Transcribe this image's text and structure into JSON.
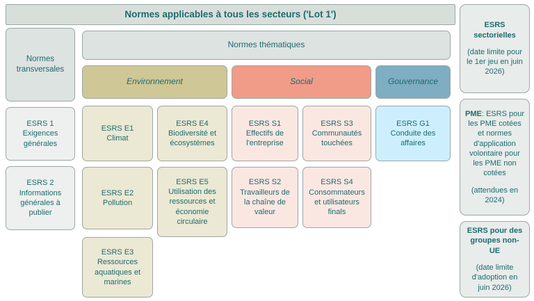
{
  "header": {
    "title": "Normes applicables à tous les secteurs ('Lot 1')"
  },
  "left": {
    "transversal_label": "Normes transversales",
    "esrs1": {
      "title": "ESRS 1",
      "desc": "Exigences générales"
    },
    "esrs2": {
      "title": "ESRS 2",
      "desc": "Informations générales à publier"
    }
  },
  "thematic": {
    "label": "Normes thématiques",
    "env_label": "Environnement",
    "social_label": "Social",
    "gouv_label": "Gouvernance"
  },
  "cards": {
    "e1": {
      "title": "ESRS E1",
      "desc": "Climat"
    },
    "e2": {
      "title": "ESRS E2",
      "desc": "Pollution"
    },
    "e3": {
      "title": "ESRS E3",
      "desc": "Ressources aquatiques et marines"
    },
    "e4": {
      "title": "ESRS E4",
      "desc": "Biodiversité et écosystèmes"
    },
    "e5": {
      "title": "ESRS E5",
      "desc": "Utilisation des ressources et économie circulaire"
    },
    "s1": {
      "title": "ESRS S1",
      "desc": "Effectifs de l'entreprise"
    },
    "s2": {
      "title": "ESRS S2",
      "desc": "Travailleurs de la chaîne de valeur"
    },
    "s3": {
      "title": "ESRS S3",
      "desc": "Communautés touchées"
    },
    "s4": {
      "title": "ESRS S4",
      "desc": "Consommateurs et utilisateurs finals"
    },
    "g1": {
      "title": "ESRS G1",
      "desc": "Conduite des affaires"
    }
  },
  "sidebar": {
    "items": [
      {
        "bold": "ESRS sectorielles",
        "body": "",
        "note": "(date limite pour le 1er jeu en juin 2026)"
      },
      {
        "bold": "PME",
        "body": ": ESRS pour les PME cotées et normes d'application volontaire pour les PME non cotées",
        "note": "(attendues en 2024)"
      },
      {
        "bold": "ESRS pour des groupes non-UE",
        "body": "",
        "note": "(date limite d'adoption en juin 2026)"
      }
    ]
  },
  "colors": {
    "text": "#1e6b6d",
    "env_header": "#cfc795",
    "social_header": "#f19b89",
    "gouv_header": "#7fadc2",
    "env_card": "#ebe8d4",
    "social_card": "#fbe7e2",
    "gouv_card": "#cdeffd",
    "neutral": "#dde3e0",
    "light": "#edf0ef",
    "sidebar_bg": "#e8eceb",
    "header_bg": "#d8dfdb",
    "border": "#9aa7a3"
  }
}
